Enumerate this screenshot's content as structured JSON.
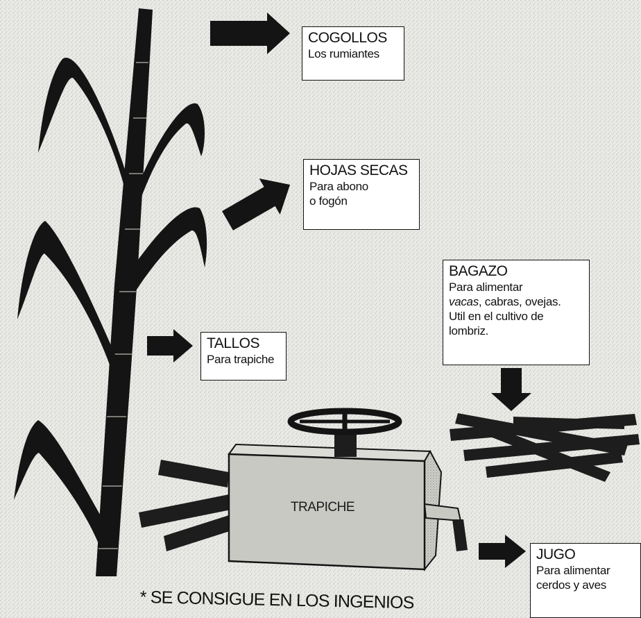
{
  "cogollos": {
    "title": "COGOLLOS",
    "desc": "Los rumiantes"
  },
  "hojas_secas": {
    "title": "HOJAS SECAS",
    "line1": "Para abono",
    "line2": "o fogón"
  },
  "bagazo": {
    "title": "BAGAZO",
    "line1": "Para alimentar",
    "line2_italic": "vacas",
    "line2_rest": ", cabras, ovejas.",
    "line3": "Util en el cultivo de",
    "line4": "lombriz."
  },
  "tallos": {
    "title": "TALLOS",
    "desc": "Para trapiche"
  },
  "trapiche": {
    "label": "TRAPICHE"
  },
  "jugo": {
    "title": "JUGO",
    "line1": "Para alimentar",
    "line2": "cerdos y aves"
  },
  "footnote": "* SE CONSIGUE EN LOS INGENIOS",
  "colors": {
    "ink": "#111111",
    "paper": "#e9e9e6",
    "box": "#ffffff",
    "machine": "#c9c9c4"
  }
}
